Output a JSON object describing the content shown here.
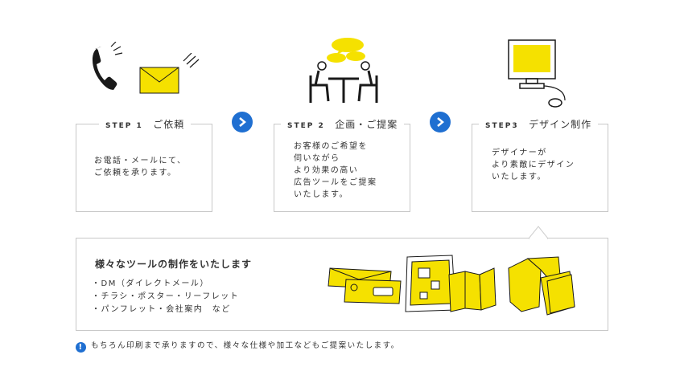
{
  "steps": [
    {
      "label": "STEP 1",
      "title": "ご依頼",
      "text": "お電話・メールにて、\nご依頼を承ります。"
    },
    {
      "label": "STEP 2",
      "title": "企画・ご提案",
      "text": "お客様のご希望を\n伺いながら\nより効果の高い\n広告ツールをご提案\nいたします。"
    },
    {
      "label": "STEP3",
      "title": "デザイン制作",
      "text": "デザイナーが\nより素敵にデザイン\nいたします。"
    }
  ],
  "tools": {
    "title": "様々なツールの制作をいたします",
    "items": [
      "・DM（ダイレクトメール）",
      "・チラシ・ポスター・リーフレット",
      "・パンフレット・会社案内　など"
    ]
  },
  "note": "もちろん印刷まで承りますので、様々な仕様や加工などもご提案いたします。",
  "icons": {
    "step1": [
      "phone-icon",
      "envelope-icon"
    ],
    "step2": [
      "meeting-icon"
    ],
    "step3": [
      "monitor-icon"
    ],
    "arrow": "chevron-right-icon",
    "note": "exclamation-icon"
  },
  "colors": {
    "accent_yellow": "#f5e100",
    "accent_blue": "#1f6fd1",
    "border": "#c8c8c8",
    "text": "#333333"
  }
}
